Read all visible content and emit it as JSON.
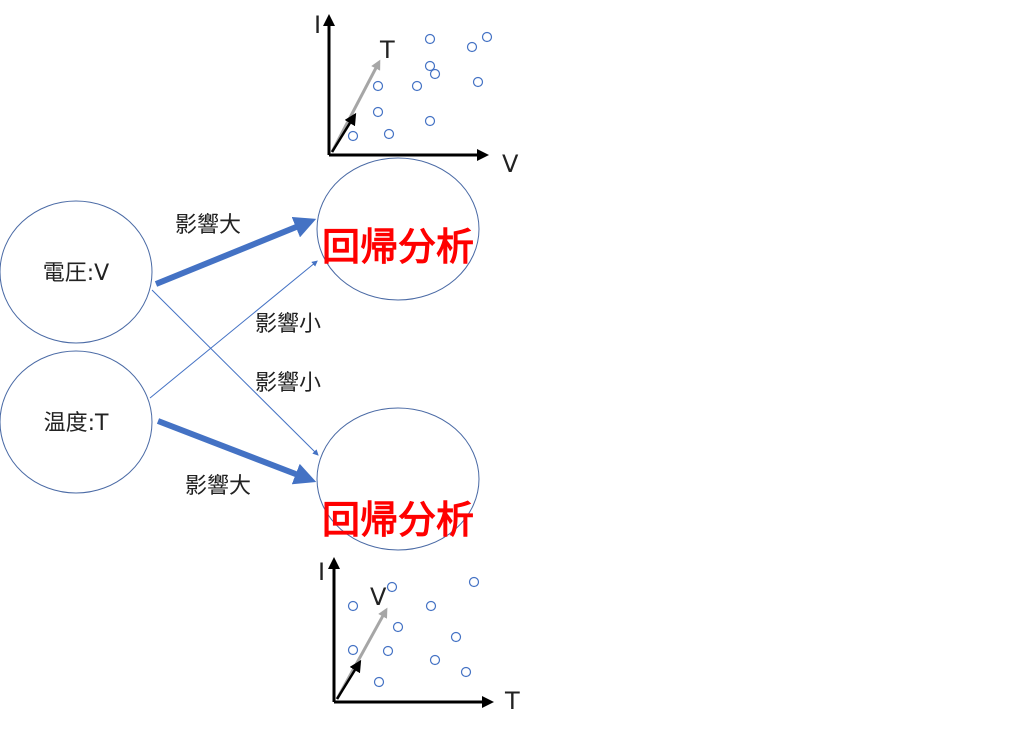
{
  "nodes": {
    "voltage": "電圧:V",
    "temperature": "温度:T",
    "regression_top": "回帰分析",
    "regression_bottom": "回帰分析"
  },
  "edges": {
    "v_to_top": "影響大",
    "t_to_top": "影響小",
    "v_to_bottom": "影響小",
    "t_to_bottom": "影響大"
  },
  "plot_top": {
    "y_axis": "I",
    "x_axis": "V",
    "vector_label": "T"
  },
  "plot_bottom": {
    "y_axis": "I",
    "x_axis": "T",
    "vector_label": "V"
  },
  "colors": {
    "node_stroke": "#4a6aa5",
    "arrow": "#4472c4",
    "regression_text": "#ff0000",
    "vector_gray": "#a6a6a6"
  }
}
